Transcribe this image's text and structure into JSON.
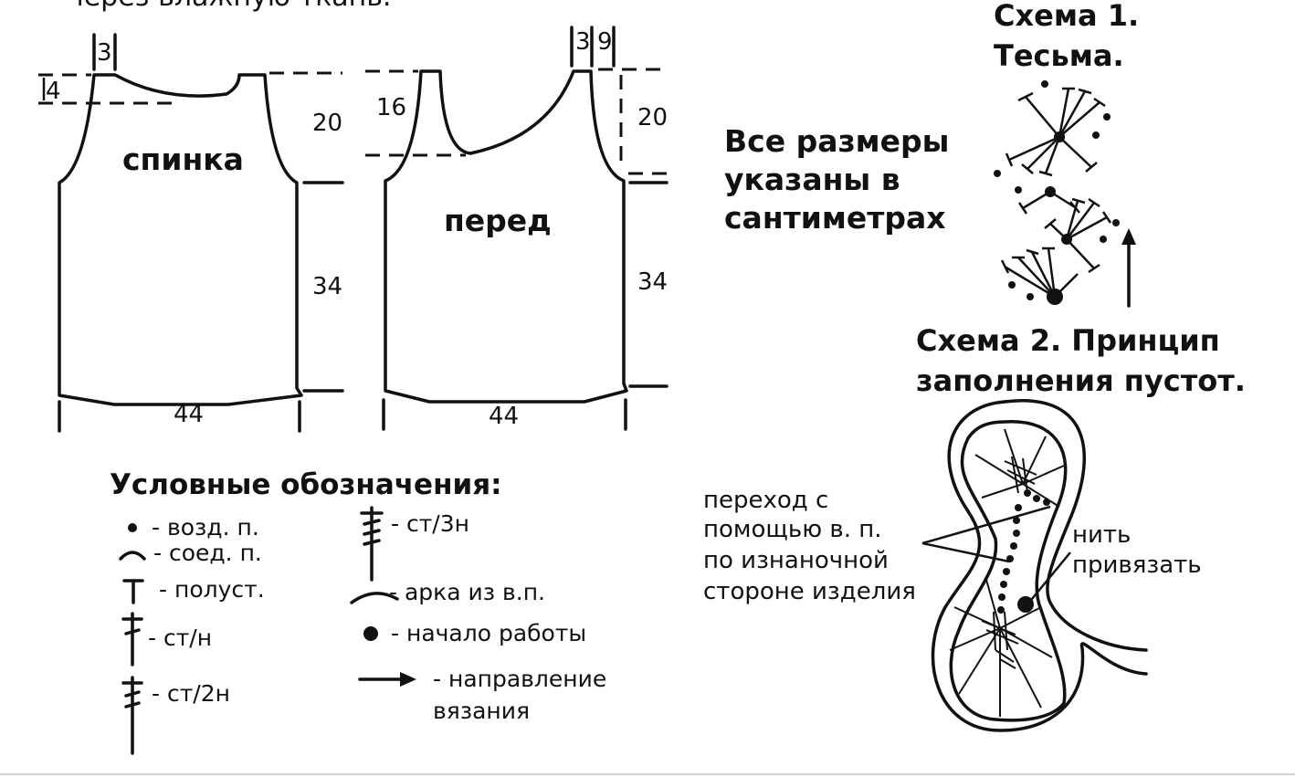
{
  "top_cutoff_text": "через влажную ткань.",
  "back_piece": {
    "label": "спинка",
    "dim_shoulder": "3",
    "dim_neck_depth": "4",
    "dim_armhole": "20",
    "dim_side": "34",
    "dim_width": "44"
  },
  "front_piece": {
    "label": "перед",
    "dim_neck_width": "3",
    "dim_shoulder": "9",
    "dim_neck_depth": "16",
    "dim_armhole": "20",
    "dim_side": "34",
    "dim_width": "44"
  },
  "note": {
    "line1": "Все размеры",
    "line2": "указаны в",
    "line3": "сантиметрах"
  },
  "scheme1": {
    "line1": "Схема 1.",
    "line2": "Тесьма."
  },
  "scheme2": {
    "line1": "Схема 2. Принцип",
    "line2": "заполнения пустот.",
    "callout_left": [
      "переход с",
      "помощью в. п.",
      "по изнаночной",
      "стороне изделия"
    ],
    "callout_right": [
      "нить",
      "привязать"
    ]
  },
  "legend": {
    "title": "Условные обозначения:",
    "items": [
      {
        "symbol": "chain-dot-icon",
        "text": "- возд. п."
      },
      {
        "symbol": "slip-stitch-icon",
        "text": "- соед. п."
      },
      {
        "symbol": "half-dc-icon",
        "text": "- полуст."
      },
      {
        "symbol": "dc-icon",
        "text": "- ст/н"
      },
      {
        "symbol": "dc2-icon",
        "text": "- ст/2н"
      },
      {
        "symbol": "dc3-icon",
        "text": "- ст/3н"
      },
      {
        "symbol": "chain-arch-icon",
        "text": "- арка из в.п."
      },
      {
        "symbol": "start-dot-icon",
        "text": "- начало работы"
      },
      {
        "symbol": "direction-arrow-icon",
        "text": "- направление"
      },
      {
        "symbol": "",
        "text": "вязания"
      }
    ]
  }
}
